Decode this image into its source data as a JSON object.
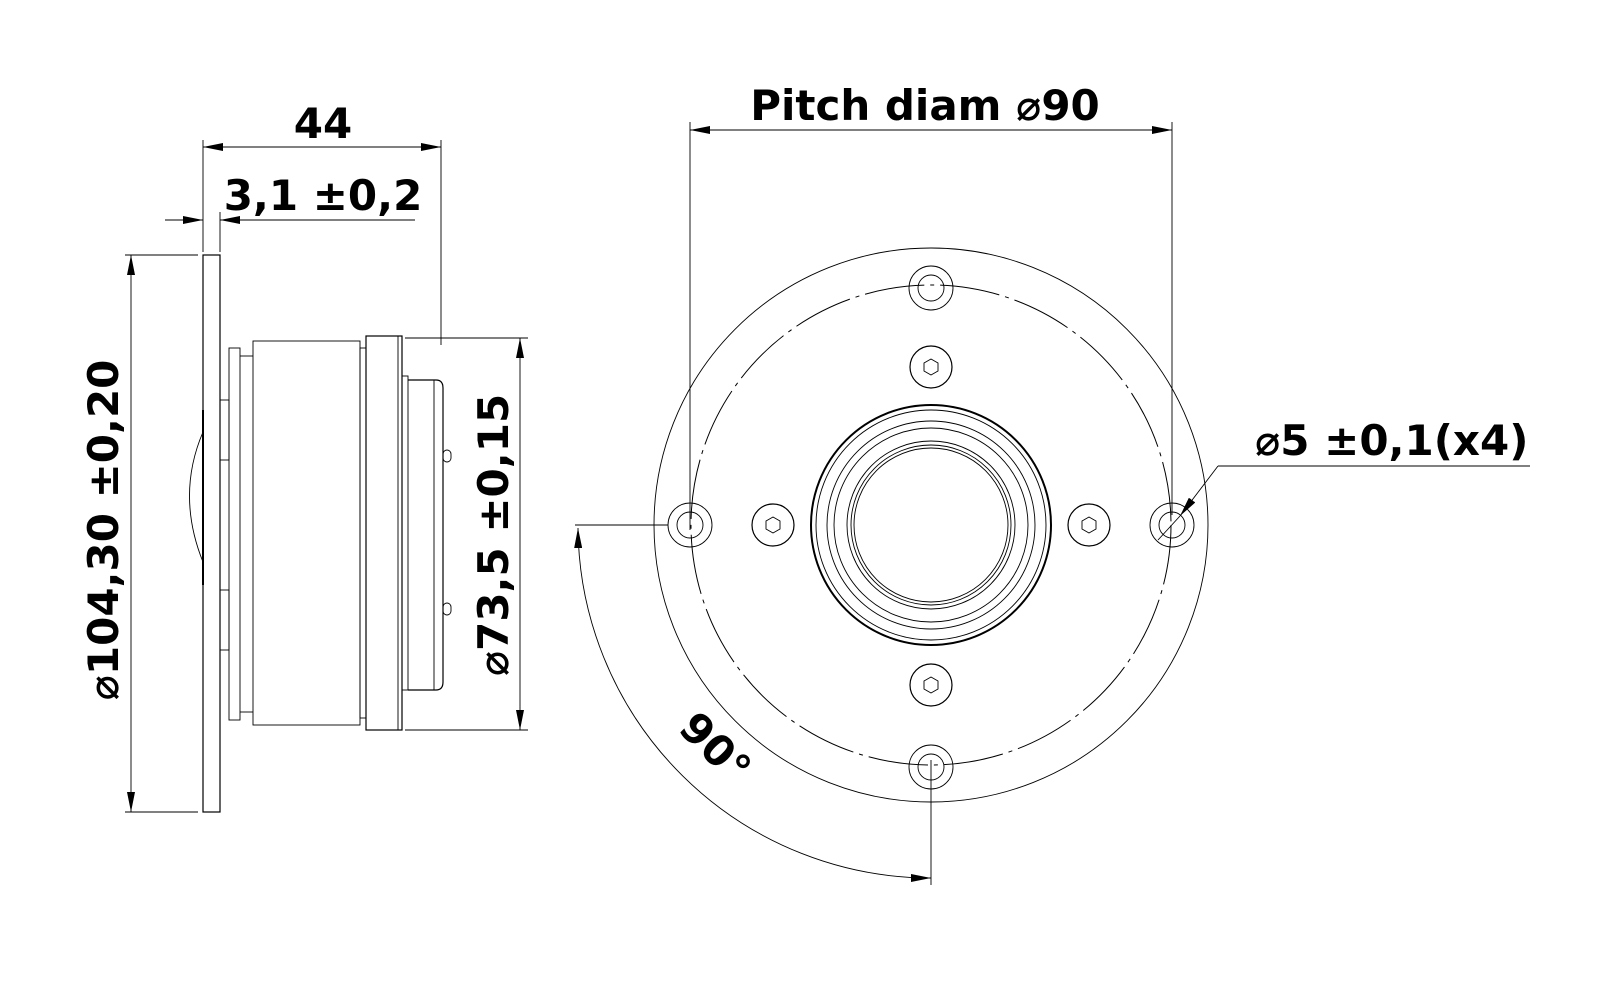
{
  "drawing": {
    "side_view": {
      "overall_depth": "44",
      "flange_thickness": "3,1 ±0,2",
      "flange_diameter": "⌀104,30 ±0,20",
      "body_diameter": "⌀73,5 ±0,15"
    },
    "front_view": {
      "pitch_diameter": "Pitch diam ⌀90",
      "hole_diameter": "⌀5 ±0,1(x4)",
      "hole_angle": "90°"
    }
  }
}
